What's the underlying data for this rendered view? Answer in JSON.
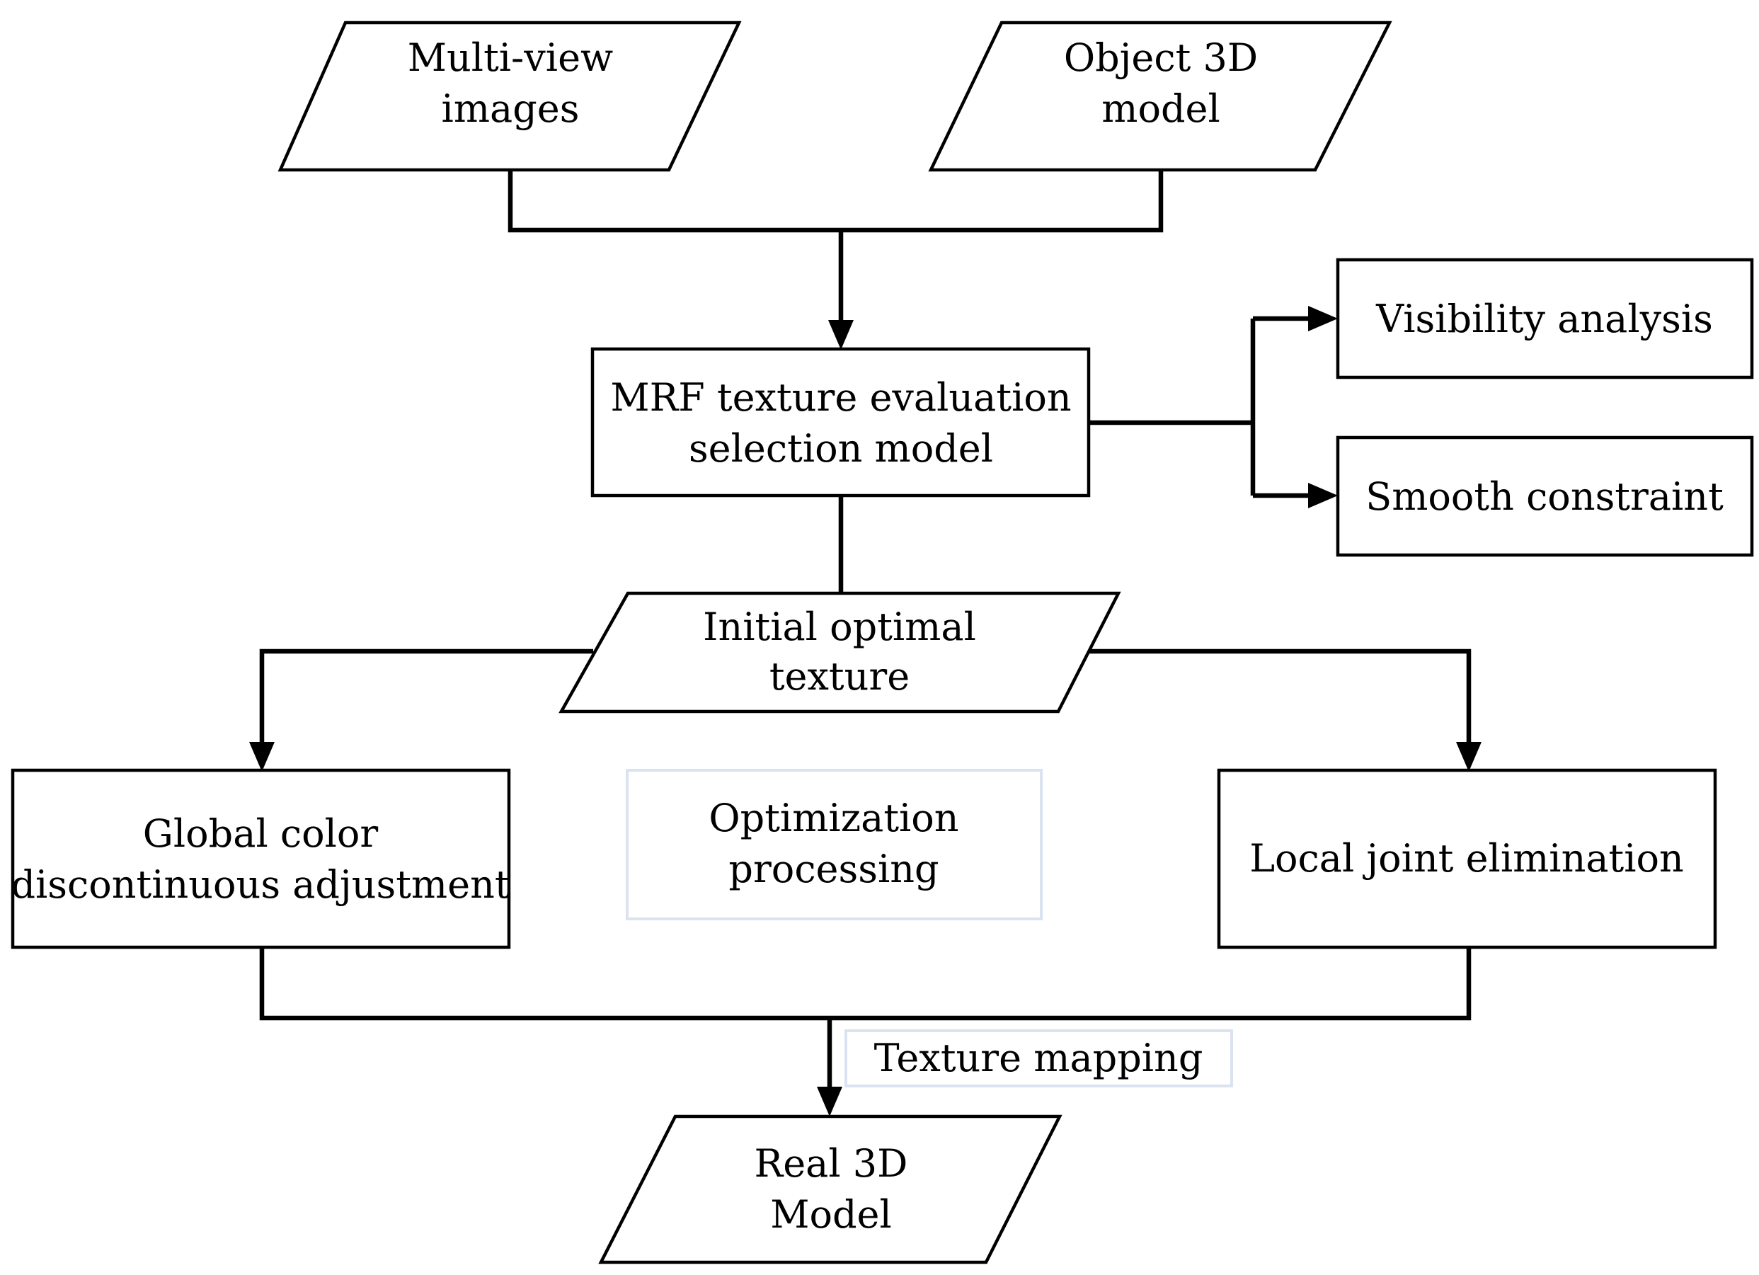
{
  "nodes": {
    "multiview": {
      "line1": "Multi-view",
      "line2": "images"
    },
    "object3d": {
      "line1": "Object 3D",
      "line2": "model"
    },
    "mrf": {
      "line1": "MRF texture evaluation",
      "line2": "selection model"
    },
    "visibility": {
      "label": "Visibility analysis"
    },
    "smooth": {
      "label": "Smooth constraint"
    },
    "initial": {
      "line1": "Initial optimal",
      "line2": "texture"
    },
    "global_color": {
      "line1": "Global color",
      "line2": "discontinuous adjustment"
    },
    "optimization": {
      "line1": "Optimization",
      "line2": "processing"
    },
    "local_joint": {
      "label": "Local joint elimination"
    },
    "texture_mapping": {
      "label": "Texture mapping"
    },
    "real3d": {
      "line1": "Real 3D",
      "line2": "Model"
    }
  },
  "colors": {
    "stroke": "#000000",
    "annotation_border": "#dbe3f0",
    "background": "#ffffff"
  }
}
